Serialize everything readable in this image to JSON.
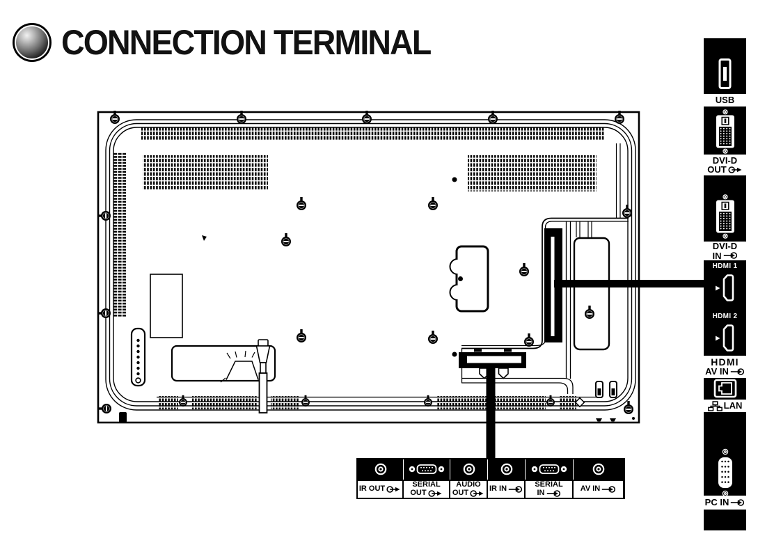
{
  "colors": {
    "background": "#ffffff",
    "ink": "#000000",
    "panel_fill": "#000000",
    "label_band": "#ffffff"
  },
  "header": {
    "title": "CONNECTION TERMINAL",
    "bullet_icon": "glossy-sphere-icon"
  },
  "sidebar": {
    "items": [
      {
        "kind": "port",
        "name": "usb-port",
        "icon": "usb-port-icon"
      },
      {
        "kind": "band",
        "name": "usb-label",
        "lines": [
          {
            "text": "USB"
          }
        ]
      },
      {
        "kind": "port",
        "name": "dvi-d-out-port",
        "icon": "dvi-d-connector-icon"
      },
      {
        "kind": "band",
        "name": "dvi-d-out-label",
        "lines": [
          {
            "text": "DVI-D"
          },
          {
            "text": "OUT",
            "io": "out"
          }
        ]
      },
      {
        "kind": "port",
        "name": "dvi-d-in-port",
        "icon": "dvi-d-connector-icon"
      },
      {
        "kind": "band",
        "name": "dvi-d-in-label",
        "lines": [
          {
            "text": "DVI-D"
          },
          {
            "text": "IN",
            "io": "in"
          }
        ]
      },
      {
        "kind": "caption",
        "name": "hdmi-1-caption",
        "text": "HDMI 1"
      },
      {
        "kind": "port",
        "name": "hdmi-1-port",
        "icon": "hdmi-port-icon"
      },
      {
        "kind": "caption",
        "name": "hdmi-2-caption",
        "text": "HDMI 2"
      },
      {
        "kind": "port",
        "name": "hdmi-2-port",
        "icon": "hdmi-port-icon"
      },
      {
        "kind": "band",
        "name": "hdmi-av-in-label",
        "lines": [
          {
            "text": "HDMI",
            "logo": true
          },
          {
            "text": "AV IN",
            "io": "in"
          }
        ]
      },
      {
        "kind": "port",
        "name": "lan-port",
        "icon": "ethernet-port-icon"
      },
      {
        "kind": "band",
        "name": "lan-label",
        "lines": [
          {
            "text": "LAN",
            "icon": "lan-network-icon"
          }
        ]
      },
      {
        "kind": "port",
        "name": "pc-in-port",
        "icon": "vga-connector-icon"
      },
      {
        "kind": "band",
        "name": "pc-in-label",
        "lines": [
          {
            "text": "PC IN",
            "io": "in"
          }
        ]
      }
    ]
  },
  "bottom_strip": {
    "cells": [
      {
        "name": "ir-out",
        "icon": "audio-jack-icon",
        "lines": [
          {
            "text": "IR OUT",
            "io": "out"
          }
        ]
      },
      {
        "name": "serial-out",
        "icon": "serial-db9-icon",
        "lines": [
          {
            "text": "SERIAL"
          },
          {
            "text": "OUT",
            "io": "out"
          }
        ]
      },
      {
        "name": "audio-out",
        "icon": "audio-jack-icon",
        "lines": [
          {
            "text": "AUDIO"
          },
          {
            "text": "OUT",
            "io": "out"
          }
        ]
      },
      {
        "name": "ir-in",
        "icon": "audio-jack-icon",
        "lines": [
          {
            "text": "IR IN",
            "io": "in"
          }
        ]
      },
      {
        "name": "serial-in",
        "icon": "serial-db9-icon",
        "lines": [
          {
            "text": "SERIAL"
          },
          {
            "text": "IN",
            "io": "in"
          }
        ]
      },
      {
        "name": "av-in",
        "icon": "audio-jack-icon",
        "lines": [
          {
            "text": "AV IN",
            "io": "in"
          }
        ]
      }
    ]
  }
}
